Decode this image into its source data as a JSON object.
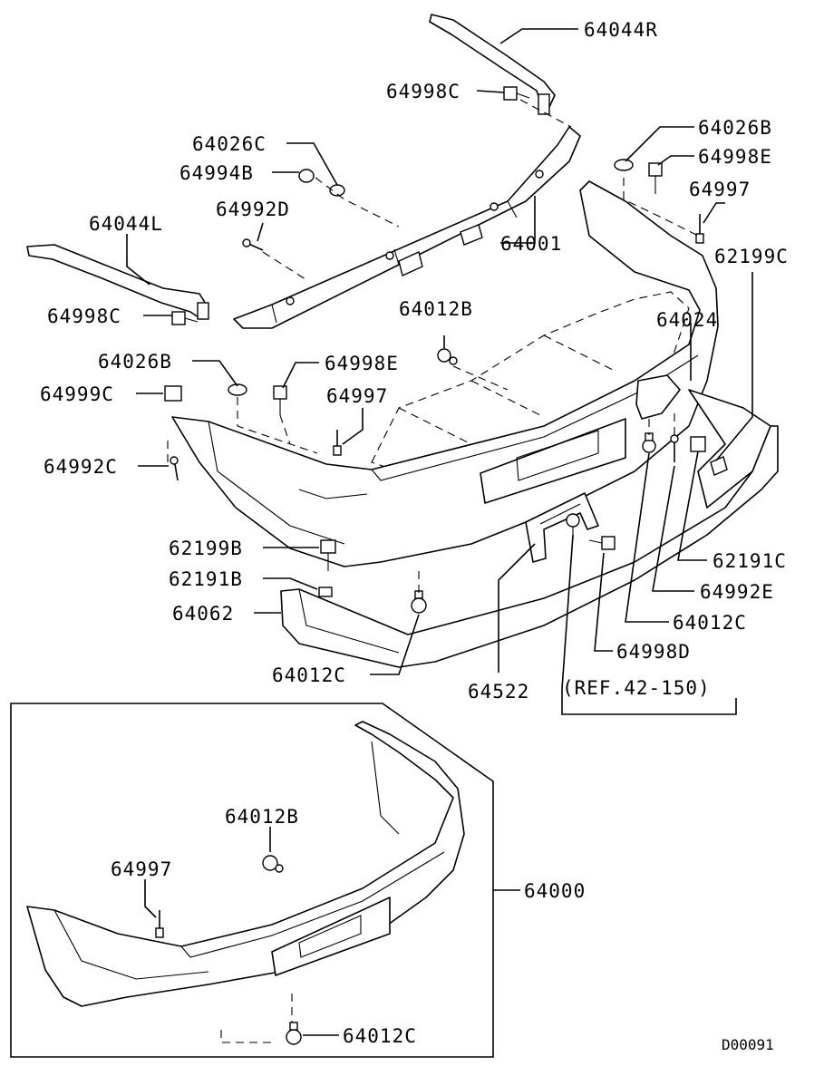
{
  "diagram": {
    "labels": {
      "p64044R": "64044R",
      "p64998C_top": "64998C",
      "p64026C": "64026C",
      "p64994B": "64994B",
      "p64026B_right": "64026B",
      "p64998E_right": "64998E",
      "p64997_right": "64997",
      "p64044L": "64044L",
      "p64992D": "64992D",
      "p64001": "64001",
      "p62199C": "62199C",
      "p64998C_left": "64998C",
      "p64012B": "64012B",
      "p64024": "64024",
      "p64026B_left": "64026B",
      "p64998E_left": "64998E",
      "p64999C": "64999C",
      "p64997_mid": "64997",
      "p64992C": "64992C",
      "p62199B": "62199B",
      "p62191C": "62191C",
      "p62191B": "62191B",
      "p64992E": "64992E",
      "p64062": "64062",
      "p64012C_right": "64012C",
      "p64998D": "64998D",
      "p64012C_bottom": "64012C",
      "p64522": "64522",
      "ref": "(REF.42-150)",
      "p64012B_inset": "64012B",
      "p64997_inset": "64997",
      "p64000": "64000",
      "p64012C_inset": "64012C",
      "diagram_id": "D00091"
    }
  }
}
